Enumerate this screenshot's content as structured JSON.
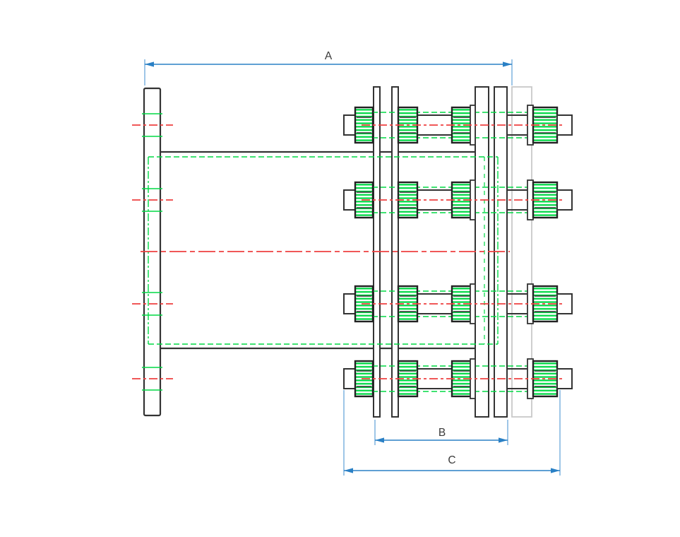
{
  "drawing": {
    "dimension_labels": {
      "a": "A",
      "b": "B",
      "c": "C"
    },
    "colors": {
      "line": "#333333",
      "green": "#00d944",
      "red": "#ee4040",
      "blue": "#2a80c5",
      "blue_light": "#6aa7da",
      "ghost": "#c9c9c9",
      "label": "#3a3a3a",
      "bg": "#ffffff"
    }
  }
}
